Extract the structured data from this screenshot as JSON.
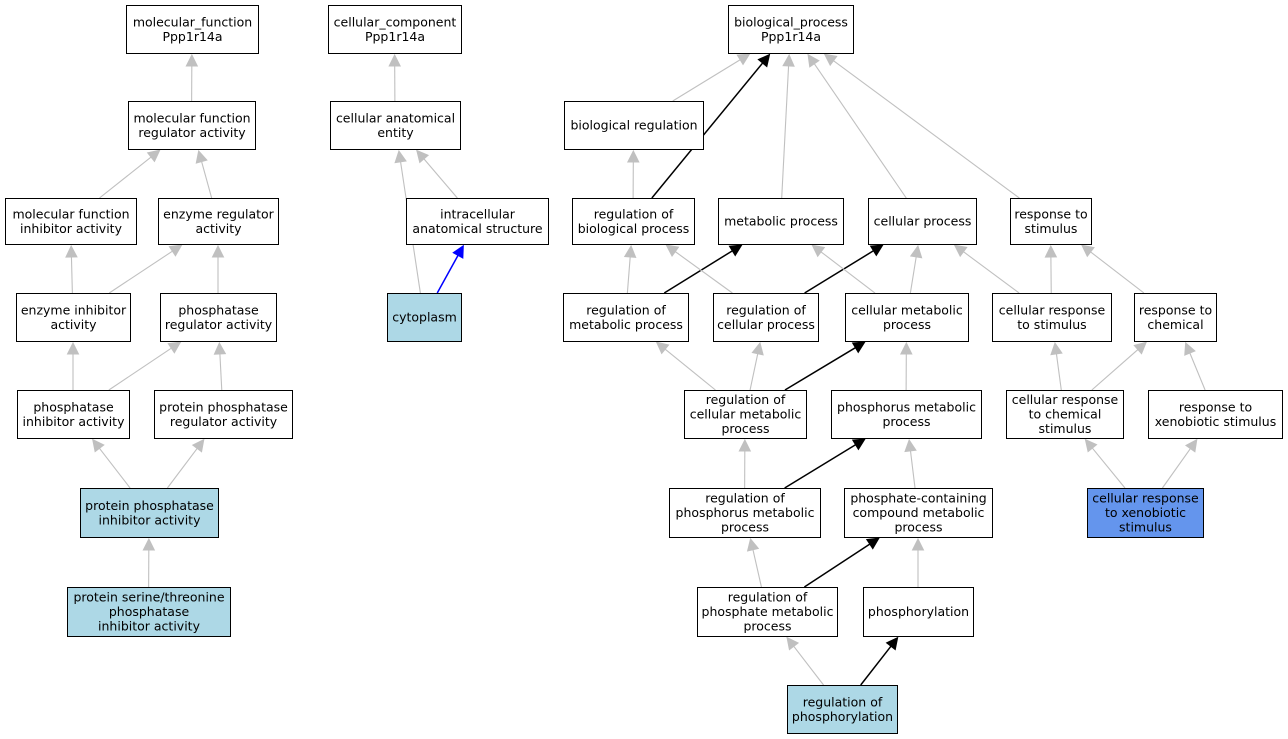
{
  "colors": {
    "default_fill": "#ffffff",
    "annotated_fill": "#add8e6",
    "highlight_fill": "#6495ed",
    "is_a_edge": "#c0c0c0",
    "regulates_edge": "#000000",
    "part_of_edge": "#0000ff"
  },
  "nodes": [
    {
      "id": "mf_root",
      "lines": [
        "molecular_function",
        "Ppp1r14a"
      ],
      "fill": "default"
    },
    {
      "id": "cc_root",
      "lines": [
        "cellular_component",
        "Ppp1r14a"
      ],
      "fill": "default"
    },
    {
      "id": "bp_root",
      "lines": [
        "biological_process",
        "Ppp1r14a"
      ],
      "fill": "default"
    },
    {
      "id": "mf_reg",
      "lines": [
        "molecular function",
        "regulator activity"
      ],
      "fill": "default"
    },
    {
      "id": "cell_anat",
      "lines": [
        "cellular anatomical",
        "entity"
      ],
      "fill": "default"
    },
    {
      "id": "bio_reg",
      "lines": [
        "biological regulation"
      ],
      "fill": "default"
    },
    {
      "id": "mf_inhib",
      "lines": [
        "molecular function",
        "inhibitor activity"
      ],
      "fill": "default"
    },
    {
      "id": "enz_reg",
      "lines": [
        "enzyme regulator",
        "activity"
      ],
      "fill": "default"
    },
    {
      "id": "intracell",
      "lines": [
        "intracellular",
        "anatomical structure"
      ],
      "fill": "default"
    },
    {
      "id": "reg_bio",
      "lines": [
        "regulation of",
        "biological process"
      ],
      "fill": "default"
    },
    {
      "id": "met_proc",
      "lines": [
        "metabolic process"
      ],
      "fill": "default"
    },
    {
      "id": "cell_proc",
      "lines": [
        "cellular process"
      ],
      "fill": "default"
    },
    {
      "id": "resp_stim",
      "lines": [
        "response to",
        "stimulus"
      ],
      "fill": "default"
    },
    {
      "id": "enz_inhib",
      "lines": [
        "enzyme inhibitor",
        "activity"
      ],
      "fill": "default"
    },
    {
      "id": "phos_reg",
      "lines": [
        "phosphatase",
        "regulator activity"
      ],
      "fill": "default"
    },
    {
      "id": "cytoplasm",
      "lines": [
        "cytoplasm"
      ],
      "fill": "annotated"
    },
    {
      "id": "reg_met",
      "lines": [
        "regulation of",
        "metabolic process"
      ],
      "fill": "default"
    },
    {
      "id": "reg_cell",
      "lines": [
        "regulation of",
        "cellular process"
      ],
      "fill": "default"
    },
    {
      "id": "cell_met",
      "lines": [
        "cellular metabolic",
        "process"
      ],
      "fill": "default"
    },
    {
      "id": "cell_resp_stim",
      "lines": [
        "cellular response",
        "to stimulus"
      ],
      "fill": "default"
    },
    {
      "id": "resp_chem",
      "lines": [
        "response to",
        "chemical"
      ],
      "fill": "default"
    },
    {
      "id": "phos_inhib",
      "lines": [
        "phosphatase",
        "inhibitor activity"
      ],
      "fill": "default"
    },
    {
      "id": "prot_phos_reg",
      "lines": [
        "protein phosphatase",
        "regulator activity"
      ],
      "fill": "default"
    },
    {
      "id": "reg_cell_met",
      "lines": [
        "regulation of",
        "cellular metabolic",
        "process"
      ],
      "fill": "default"
    },
    {
      "id": "phosph_met",
      "lines": [
        "phosphorus metabolic",
        "process"
      ],
      "fill": "default"
    },
    {
      "id": "cell_resp_chem",
      "lines": [
        "cellular response",
        "to chemical",
        "stimulus"
      ],
      "fill": "default"
    },
    {
      "id": "resp_xeno",
      "lines": [
        "response to",
        "xenobiotic stimulus"
      ],
      "fill": "default"
    },
    {
      "id": "prot_phos_inhib",
      "lines": [
        "protein phosphatase",
        "inhibitor activity"
      ],
      "fill": "annotated"
    },
    {
      "id": "reg_phosph_met",
      "lines": [
        "regulation of",
        "phosphorus metabolic",
        "process"
      ],
      "fill": "default"
    },
    {
      "id": "phosphate_comp",
      "lines": [
        "phosphate-containing",
        "compound metabolic",
        "process"
      ],
      "fill": "default"
    },
    {
      "id": "cell_resp_xeno",
      "lines": [
        "cellular response",
        "to xenobiotic",
        "stimulus"
      ],
      "fill": "highlight"
    },
    {
      "id": "ser_thr",
      "lines": [
        "protein serine/threonine",
        "phosphatase",
        "inhibitor activity"
      ],
      "fill": "annotated"
    },
    {
      "id": "reg_phosphate_met",
      "lines": [
        "regulation of",
        "phosphate metabolic",
        "process"
      ],
      "fill": "default"
    },
    {
      "id": "phosphorylation",
      "lines": [
        "phosphorylation"
      ],
      "fill": "default"
    },
    {
      "id": "reg_phosphorylation",
      "lines": [
        "regulation of",
        "phosphorylation"
      ],
      "fill": "annotated"
    }
  ],
  "edges": [
    {
      "from": "mf_reg",
      "to": "mf_root",
      "type": "is_a"
    },
    {
      "from": "mf_inhib",
      "to": "mf_reg",
      "type": "is_a"
    },
    {
      "from": "enz_reg",
      "to": "mf_reg",
      "type": "is_a"
    },
    {
      "from": "enz_inhib",
      "to": "mf_inhib",
      "type": "is_a"
    },
    {
      "from": "enz_inhib",
      "to": "enz_reg",
      "type": "is_a"
    },
    {
      "from": "phos_reg",
      "to": "enz_reg",
      "type": "is_a"
    },
    {
      "from": "phos_inhib",
      "to": "enz_inhib",
      "type": "is_a"
    },
    {
      "from": "phos_inhib",
      "to": "phos_reg",
      "type": "is_a"
    },
    {
      "from": "prot_phos_reg",
      "to": "phos_reg",
      "type": "is_a"
    },
    {
      "from": "prot_phos_inhib",
      "to": "phos_inhib",
      "type": "is_a"
    },
    {
      "from": "prot_phos_inhib",
      "to": "prot_phos_reg",
      "type": "is_a"
    },
    {
      "from": "ser_thr",
      "to": "prot_phos_inhib",
      "type": "is_a"
    },
    {
      "from": "cell_anat",
      "to": "cc_root",
      "type": "is_a"
    },
    {
      "from": "intracell",
      "to": "cell_anat",
      "type": "is_a"
    },
    {
      "from": "cytoplasm",
      "to": "cell_anat",
      "type": "is_a"
    },
    {
      "from": "cytoplasm",
      "to": "intracell",
      "type": "part_of"
    },
    {
      "from": "bio_reg",
      "to": "bp_root",
      "type": "is_a"
    },
    {
      "from": "reg_bio",
      "to": "bio_reg",
      "type": "is_a"
    },
    {
      "from": "reg_bio",
      "to": "bp_root",
      "type": "regulates"
    },
    {
      "from": "met_proc",
      "to": "bp_root",
      "type": "is_a"
    },
    {
      "from": "cell_proc",
      "to": "bp_root",
      "type": "is_a"
    },
    {
      "from": "resp_stim",
      "to": "bp_root",
      "type": "is_a"
    },
    {
      "from": "reg_met",
      "to": "reg_bio",
      "type": "is_a"
    },
    {
      "from": "reg_met",
      "to": "met_proc",
      "type": "regulates"
    },
    {
      "from": "reg_cell",
      "to": "reg_bio",
      "type": "is_a"
    },
    {
      "from": "reg_cell",
      "to": "cell_proc",
      "type": "regulates"
    },
    {
      "from": "cell_met",
      "to": "met_proc",
      "type": "is_a"
    },
    {
      "from": "cell_met",
      "to": "cell_proc",
      "type": "is_a"
    },
    {
      "from": "cell_resp_stim",
      "to": "cell_proc",
      "type": "is_a"
    },
    {
      "from": "cell_resp_stim",
      "to": "resp_stim",
      "type": "is_a"
    },
    {
      "from": "resp_chem",
      "to": "resp_stim",
      "type": "is_a"
    },
    {
      "from": "reg_cell_met",
      "to": "reg_met",
      "type": "is_a"
    },
    {
      "from": "reg_cell_met",
      "to": "reg_cell",
      "type": "is_a"
    },
    {
      "from": "reg_cell_met",
      "to": "cell_met",
      "type": "regulates"
    },
    {
      "from": "phosph_met",
      "to": "cell_met",
      "type": "is_a"
    },
    {
      "from": "cell_resp_chem",
      "to": "cell_resp_stim",
      "type": "is_a"
    },
    {
      "from": "cell_resp_chem",
      "to": "resp_chem",
      "type": "is_a"
    },
    {
      "from": "resp_xeno",
      "to": "resp_chem",
      "type": "is_a"
    },
    {
      "from": "reg_phosph_met",
      "to": "reg_cell_met",
      "type": "is_a"
    },
    {
      "from": "reg_phosph_met",
      "to": "phosph_met",
      "type": "regulates"
    },
    {
      "from": "phosphate_comp",
      "to": "phosph_met",
      "type": "is_a"
    },
    {
      "from": "cell_resp_xeno",
      "to": "cell_resp_chem",
      "type": "is_a"
    },
    {
      "from": "cell_resp_xeno",
      "to": "resp_xeno",
      "type": "is_a"
    },
    {
      "from": "reg_phosphate_met",
      "to": "reg_phosph_met",
      "type": "is_a"
    },
    {
      "from": "reg_phosphate_met",
      "to": "phosphate_comp",
      "type": "regulates"
    },
    {
      "from": "phosphorylation",
      "to": "phosphate_comp",
      "type": "is_a"
    },
    {
      "from": "reg_phosphorylation",
      "to": "reg_phosphate_met",
      "type": "is_a"
    },
    {
      "from": "reg_phosphorylation",
      "to": "phosphorylation",
      "type": "regulates"
    }
  ]
}
